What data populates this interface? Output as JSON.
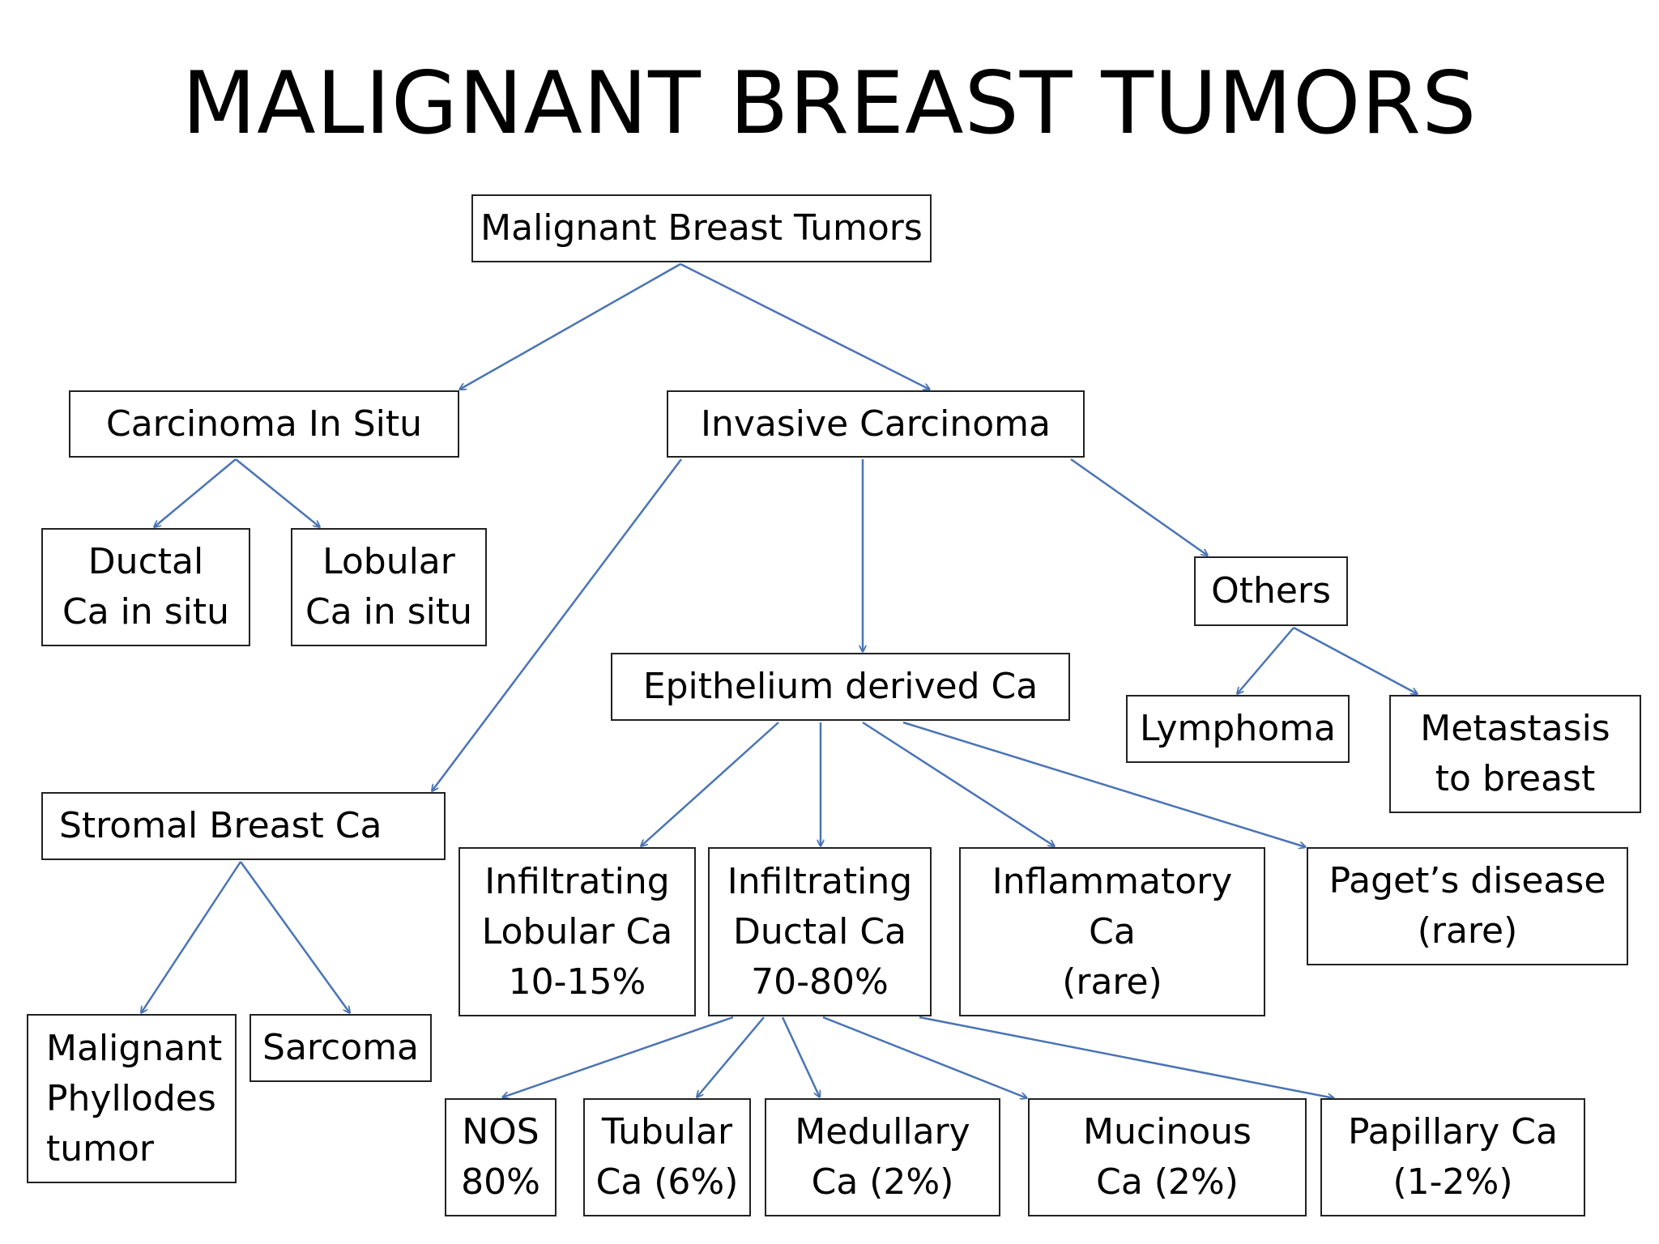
{
  "title": "MALIGNANT BREAST TUMORS",
  "colors": {
    "arrow": "#4a74b4",
    "border": "#222222",
    "background": "#ffffff"
  },
  "nodes": {
    "root": [
      "Malignant Breast Tumors"
    ],
    "cis": [
      "Carcinoma In Situ"
    ],
    "invasive": [
      "Invasive Carcinoma"
    ],
    "ductal_cis": [
      "Ductal",
      "Ca in situ"
    ],
    "lobular_cis": [
      "Lobular",
      "Ca in situ"
    ],
    "others": [
      "Others"
    ],
    "epithelium": [
      "Epithelium derived Ca"
    ],
    "lymphoma": [
      "Lymphoma"
    ],
    "metastasis": [
      "Metastasis",
      "to breast"
    ],
    "stromal": [
      "Stromal Breast Ca"
    ],
    "ilc": [
      "Infiltrating",
      "Lobular Ca",
      "10-15%"
    ],
    "idc": [
      "Infiltrating",
      "Ductal Ca",
      "70-80%"
    ],
    "inflammatory": [
      "Inflammatory",
      "Ca",
      "(rare)"
    ],
    "paget": [
      "Paget’s disease",
      "(rare)"
    ],
    "phyllodes": [
      "Malignant",
      "Phyllodes",
      "tumor"
    ],
    "sarcoma": [
      "Sarcoma"
    ],
    "nos": [
      "NOS",
      "80%"
    ],
    "tubular": [
      "Tubular",
      "Ca (6%)"
    ],
    "medullary": [
      "Medullary",
      "Ca (2%)"
    ],
    "mucinous": [
      "Mucinous",
      "Ca (2%)"
    ],
    "papillary": [
      "Papillary Ca",
      "(1-2%)"
    ]
  }
}
